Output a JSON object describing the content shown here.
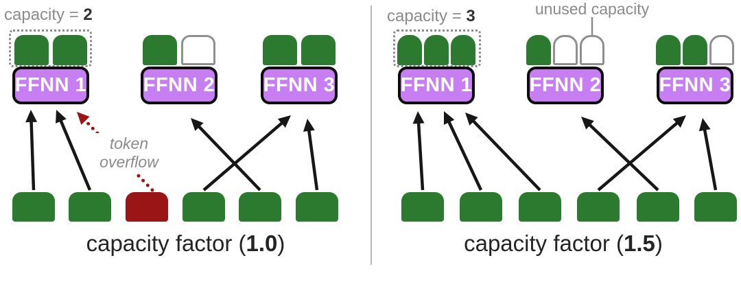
{
  "colors": {
    "token_fill": "#2b7a2f",
    "overflow_fill": "#9a1616",
    "expert_fill": "#c77ef2",
    "expert_border": "#0c0c0c",
    "expert_text": "#ffffff",
    "empty_slot_border": "#8f8f8f",
    "annotation_gray": "#8b8b8b",
    "arrow_black": "#171717",
    "divider_gray": "#b9b9b9",
    "caption_text": "#242424"
  },
  "panels": [
    {
      "name": "capacity-factor-1.0",
      "capacity_label": {
        "prefix": "capacity = ",
        "value": "2"
      },
      "caption": {
        "prefix": "capacity factor (",
        "value": "1.0",
        "suffix": ")"
      },
      "experts": [
        {
          "label": "FFNN 1",
          "slots": [
            "filled",
            "filled"
          ],
          "has_capacity_box": true
        },
        {
          "label": "FFNN 2",
          "slots": [
            "filled",
            "empty"
          ]
        },
        {
          "label": "FFNN 3",
          "slots": [
            "filled",
            "filled"
          ]
        }
      ],
      "tokens": [
        "routed",
        "routed",
        "overflow",
        "routed",
        "routed",
        "routed"
      ],
      "routes": [
        {
          "token": 0,
          "expert": 0,
          "type": "solid"
        },
        {
          "token": 1,
          "expert": 0,
          "type": "solid"
        },
        {
          "token": 2,
          "expert": 0,
          "type": "overflow"
        },
        {
          "token": 3,
          "expert": 2,
          "type": "solid"
        },
        {
          "token": 4,
          "expert": 1,
          "type": "solid"
        },
        {
          "token": 5,
          "expert": 2,
          "type": "solid"
        }
      ],
      "annotations": {
        "overflow": {
          "line1": "token",
          "line2": "overflow"
        }
      }
    },
    {
      "name": "capacity-factor-1.5",
      "capacity_label": {
        "prefix": "capacity = ",
        "value": "3"
      },
      "caption": {
        "prefix": "capacity factor (",
        "value": "1.5",
        "suffix": ")"
      },
      "experts": [
        {
          "label": "FFNN 1",
          "slots": [
            "filled",
            "filled",
            "filled"
          ],
          "has_capacity_box": true
        },
        {
          "label": "FFNN 2",
          "slots": [
            "filled",
            "empty",
            "empty"
          ],
          "unused_pointer": true
        },
        {
          "label": "FFNN 3",
          "slots": [
            "filled",
            "filled",
            "empty"
          ]
        }
      ],
      "tokens": [
        "routed",
        "routed",
        "routed",
        "routed",
        "routed",
        "routed"
      ],
      "routes": [
        {
          "token": 0,
          "expert": 0,
          "type": "solid"
        },
        {
          "token": 1,
          "expert": 0,
          "type": "solid"
        },
        {
          "token": 2,
          "expert": 0,
          "type": "solid"
        },
        {
          "token": 3,
          "expert": 2,
          "type": "solid"
        },
        {
          "token": 4,
          "expert": 1,
          "type": "solid"
        },
        {
          "token": 5,
          "expert": 2,
          "type": "solid"
        }
      ],
      "annotations": {
        "unused": "unused capacity"
      }
    }
  ]
}
